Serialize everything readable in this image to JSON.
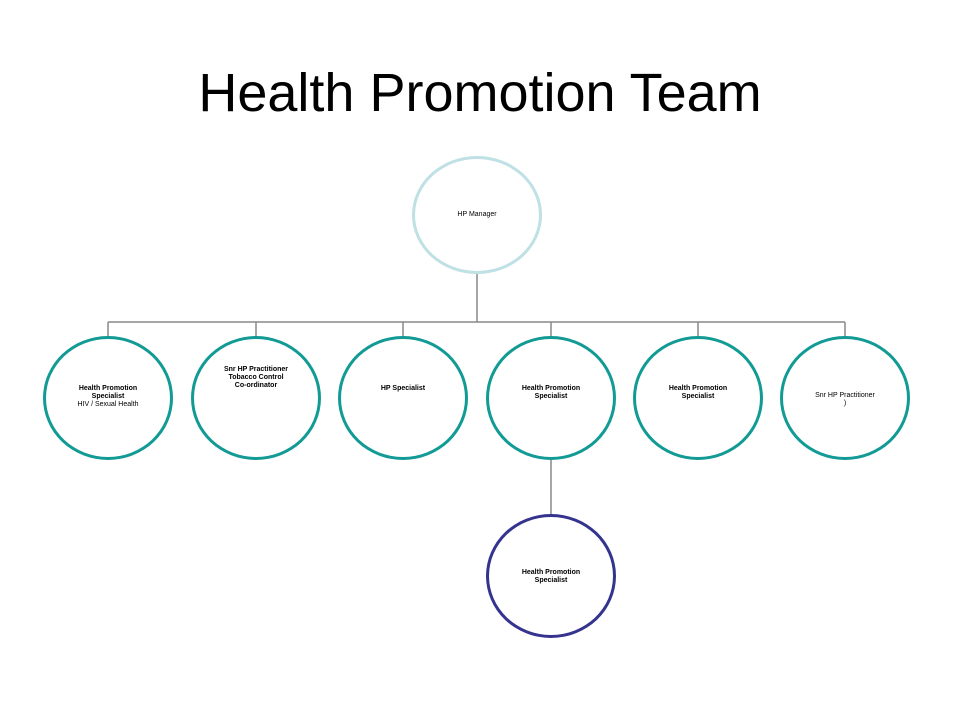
{
  "slide": {
    "title": "Health Promotion Team"
  },
  "colors": {
    "root_border": "#bfe0e4",
    "child_border": "#129a95",
    "grandchild_border": "#34348f",
    "connector": "#888888"
  },
  "org_chart": {
    "root": {
      "lines": [
        "HP Manager"
      ]
    },
    "children": [
      {
        "bold_lines": [
          "Health Promotion",
          "Specialist"
        ],
        "lines": [
          "HIV / Sexual  Health"
        ]
      },
      {
        "bold_lines": [
          "Snr HP Practitioner",
          "Tobacco Control",
          "Co-ordinator"
        ],
        "lines": []
      },
      {
        "bold_lines": [
          "HP Specialist"
        ],
        "lines": []
      },
      {
        "bold_lines": [
          "Health Promotion",
          "Specialist"
        ],
        "lines": []
      },
      {
        "bold_lines": [
          "Health Promotion",
          "Specialist"
        ],
        "lines": []
      },
      {
        "bold_lines": [],
        "lines": [
          "Snr  HP Practitioner",
          ")"
        ]
      }
    ],
    "grandchild": {
      "parent_index": 3,
      "bold_lines": [
        "Health Promotion",
        "Specialist"
      ]
    }
  }
}
